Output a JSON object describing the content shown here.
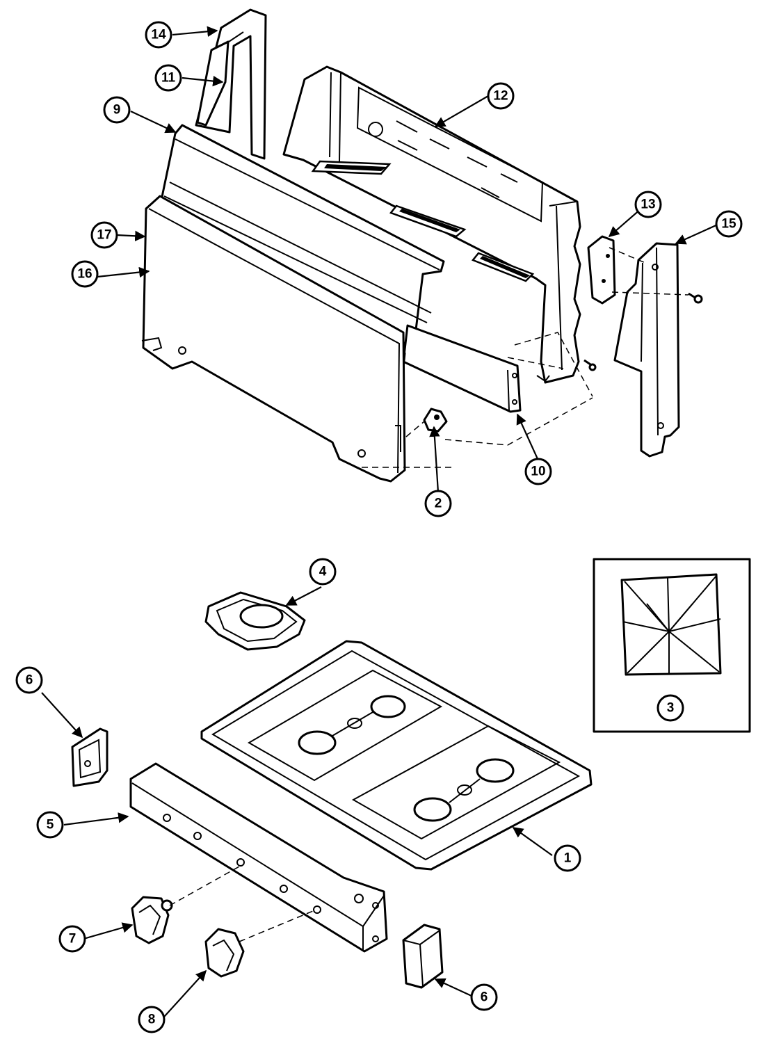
{
  "callouts": [
    {
      "id": "1",
      "label": "1"
    },
    {
      "id": "2",
      "label": "2"
    },
    {
      "id": "3",
      "label": "3"
    },
    {
      "id": "4",
      "label": "4"
    },
    {
      "id": "5",
      "label": "5"
    },
    {
      "id": "6a",
      "label": "6"
    },
    {
      "id": "6b",
      "label": "6"
    },
    {
      "id": "7",
      "label": "7"
    },
    {
      "id": "8",
      "label": "8"
    },
    {
      "id": "9",
      "label": "9"
    },
    {
      "id": "10",
      "label": "10"
    },
    {
      "id": "11",
      "label": "11"
    },
    {
      "id": "12",
      "label": "12"
    },
    {
      "id": "13",
      "label": "13"
    },
    {
      "id": "14",
      "label": "14"
    },
    {
      "id": "15",
      "label": "15"
    },
    {
      "id": "16",
      "label": "16"
    },
    {
      "id": "17",
      "label": "17"
    }
  ],
  "icons": {
    "arrowhead": "arrowhead-icon"
  }
}
